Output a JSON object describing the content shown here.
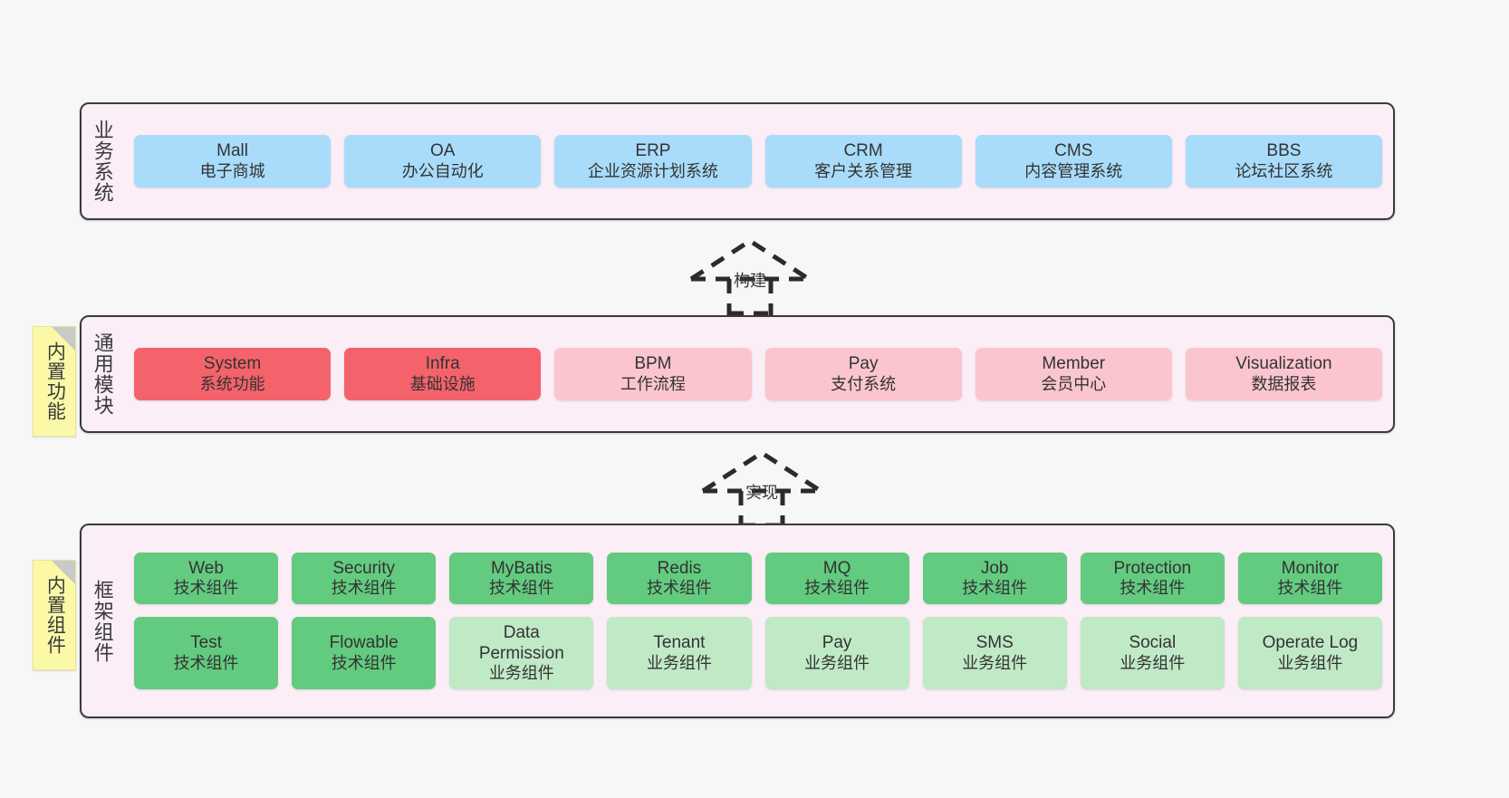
{
  "layers": [
    {
      "id": "business",
      "title": "业务系统",
      "notes": null,
      "rows": [
        [
          {
            "name": "Mall",
            "desc": "电子商城",
            "color": "#a8dcfa",
            "style": "c-blue"
          },
          {
            "name": "OA",
            "desc": "办公自动化",
            "color": "#a8dcfa",
            "style": "c-blue"
          },
          {
            "name": "ERP",
            "desc": "企业资源计划系统",
            "color": "#a8dcfa",
            "style": "c-blue"
          },
          {
            "name": "CRM",
            "desc": "客户关系管理",
            "color": "#a8dcfa",
            "style": "c-blue"
          },
          {
            "name": "CMS",
            "desc": "内容管理系统",
            "color": "#a8dcfa",
            "style": "c-blue"
          },
          {
            "name": "BBS",
            "desc": "论坛社区系统",
            "color": "#a8dcfa",
            "style": "c-blue"
          }
        ]
      ]
    },
    {
      "id": "common",
      "title": "通用模块",
      "notes": "内置功能",
      "rows": [
        [
          {
            "name": "System",
            "desc": "系统功能",
            "color": "#f4636b",
            "style": "c-red"
          },
          {
            "name": "Infra",
            "desc": "基础设施",
            "color": "#f4636b",
            "style": "c-red"
          },
          {
            "name": "BPM",
            "desc": "工作流程",
            "color": "#fbc5cf",
            "style": "c-pink"
          },
          {
            "name": "Pay",
            "desc": "支付系统",
            "color": "#fbc5cf",
            "style": "c-pink"
          },
          {
            "name": "Member",
            "desc": "会员中心",
            "color": "#fbc5cf",
            "style": "c-pink"
          },
          {
            "name": "Visualization",
            "desc": "数据报表",
            "color": "#fbc5cf",
            "style": "c-pink"
          }
        ]
      ]
    },
    {
      "id": "framework",
      "title": "框架组件",
      "notes": "内置组件",
      "rows": [
        [
          {
            "name": "Web",
            "desc": "技术组件",
            "color": "#63cb7f",
            "style": "c-green"
          },
          {
            "name": "Security",
            "desc": "技术组件",
            "color": "#63cb7f",
            "style": "c-green"
          },
          {
            "name": "MyBatis",
            "desc": "技术组件",
            "color": "#63cb7f",
            "style": "c-green"
          },
          {
            "name": "Redis",
            "desc": "技术组件",
            "color": "#63cb7f",
            "style": "c-green"
          },
          {
            "name": "MQ",
            "desc": "技术组件",
            "color": "#63cb7f",
            "style": "c-green"
          },
          {
            "name": "Job",
            "desc": "技术组件",
            "color": "#63cb7f",
            "style": "c-green"
          },
          {
            "name": "Protection",
            "desc": "技术组件",
            "color": "#63cb7f",
            "style": "c-green"
          },
          {
            "name": "Monitor",
            "desc": "技术组件",
            "color": "#63cb7f",
            "style": "c-green"
          }
        ],
        [
          {
            "name": "Test",
            "desc": "技术组件",
            "color": "#63cb7f",
            "style": "c-green"
          },
          {
            "name": "Flowable",
            "desc": "技术组件",
            "color": "#63cb7f",
            "style": "c-green"
          },
          {
            "name": "Data Permission",
            "desc": "业务组件",
            "color": "#c0e9c6",
            "style": "c-green-light"
          },
          {
            "name": "Tenant",
            "desc": "业务组件",
            "color": "#c0e9c6",
            "style": "c-green-light"
          },
          {
            "name": "Pay",
            "desc": "业务组件",
            "color": "#c0e9c6",
            "style": "c-green-light"
          },
          {
            "name": "SMS",
            "desc": "业务组件",
            "color": "#c0e9c6",
            "style": "c-green-light"
          },
          {
            "name": "Social",
            "desc": "业务组件",
            "color": "#c0e9c6",
            "style": "c-green-light"
          },
          {
            "name": "Operate Log",
            "desc": "业务组件",
            "color": "#c0e9c6",
            "style": "c-green-light"
          }
        ]
      ]
    }
  ],
  "connectors": [
    {
      "id": "build",
      "label": "构建",
      "from": "common",
      "to": "business"
    },
    {
      "id": "implement",
      "label": "实现",
      "from": "framework",
      "to": "common"
    }
  ],
  "colors": {
    "canvas": "#f7f7f7",
    "layer_fill": "#fbeef7",
    "layer_border": "#3b3b3b",
    "note_fill": "#fbf8a8",
    "note_fold": "#c9c9c9",
    "text": "#333333"
  }
}
